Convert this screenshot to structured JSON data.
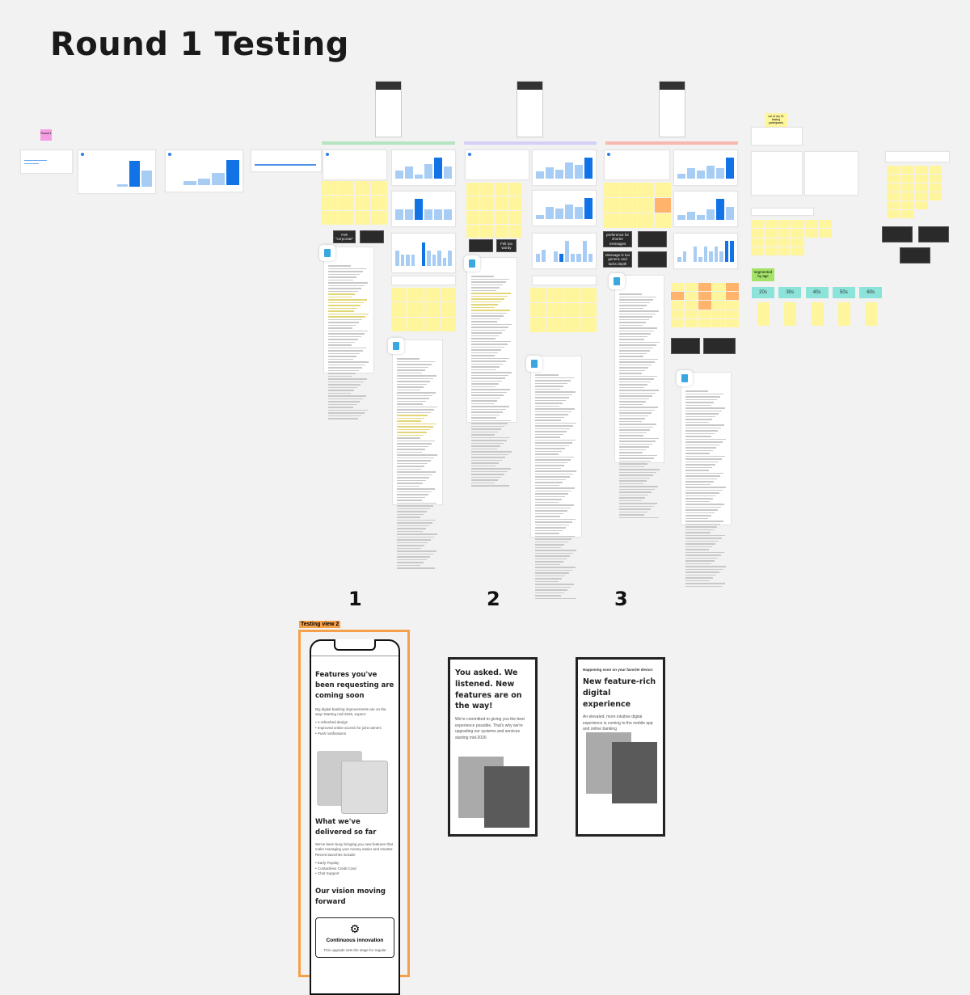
{
  "board_title": "Round 1 Testing",
  "round_sticky": "Round 1",
  "notes": {
    "felt_corporate": "Felt \"corporate\"",
    "felt_too_wordy": "Felt too wordy",
    "preference_shorter": "preference for shorter messages",
    "message_generic": "Message is too generic and lacks depth",
    "segmented_by_age": "segmented by age",
    "out_of_participants": "out of my 21 testing participants"
  },
  "age_groups": [
    "20s",
    "30s",
    "40s",
    "50s",
    "60s"
  ],
  "variant_numbers": [
    "1",
    "2",
    "3"
  ],
  "variant1": {
    "frame_label": "Testing view 2",
    "heading1": "Features you've been requesting are coming soon",
    "body1": "Big digital banking improvements are on the way! Starting mid-2026, expect:",
    "bullets1": [
      "A refreshed design",
      "Improved online access for joint owners",
      "Push notifications"
    ],
    "heading2": "What we've delivered so far",
    "body2": "We've been busy bringing you new features that make managing your money easier and smarter. Recent launches include:",
    "bullets2": [
      "Early Payday",
      "Contactless Credit Card",
      "Chat Support"
    ],
    "heading3": "Our vision moving forward",
    "card_title": "Continuous innovation",
    "card_body": "This upgrade sets the stage for regular"
  },
  "variant2": {
    "heading": "You asked. We listened. New features are on the way!",
    "body": "We're committed to giving you the best experience possible. That's why we're upgrading our systems and services starting mid-2026"
  },
  "variant3": {
    "eyebrow": "Happening soon on your favorite device:",
    "heading": "New feature-rich digital experience",
    "body": "An elevated, more intuitive digital experience is coming to the mobile app and online banking"
  },
  "colors": {
    "accent": "#1273e6",
    "sticky": "#fff59d",
    "orange": "#ffb36b",
    "frame": "#f7a04a",
    "teal": "#8be3d9"
  }
}
